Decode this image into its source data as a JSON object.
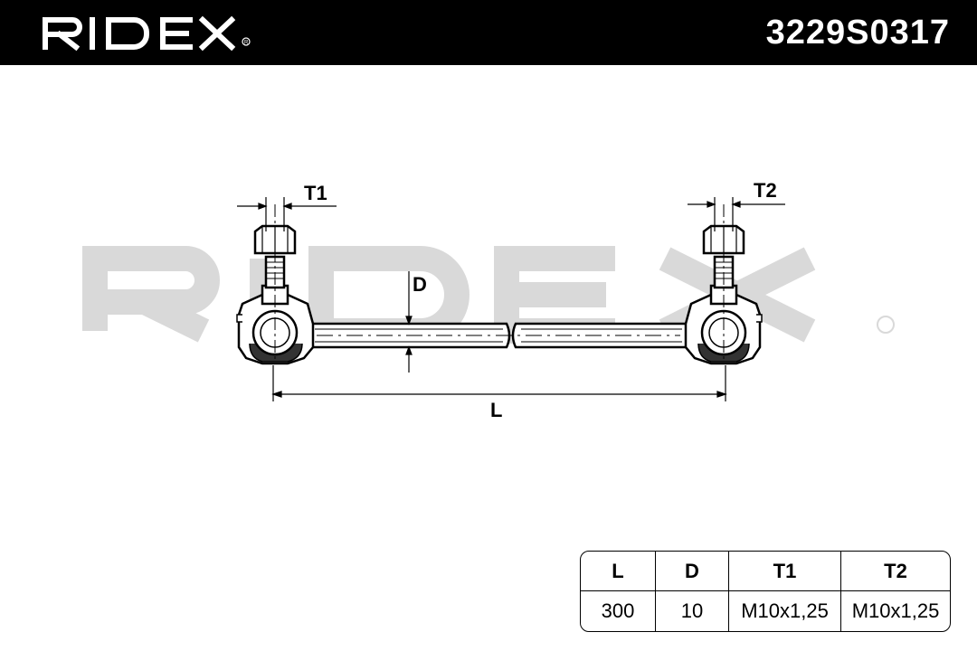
{
  "header": {
    "brand": "RIDEX",
    "part_number": "3229S0317",
    "background": "#000000",
    "text_color": "#ffffff"
  },
  "watermark": {
    "text": "RIDEX",
    "color": "#d9d9d9"
  },
  "diagram": {
    "dimension_labels": {
      "t1": "T1",
      "t2": "T2",
      "d": "D",
      "l": "L"
    }
  },
  "spec_table": {
    "headers": [
      "L",
      "D",
      "T1",
      "T2"
    ],
    "values": [
      "300",
      "10",
      "M10x1,25",
      "M10x1,25"
    ]
  }
}
